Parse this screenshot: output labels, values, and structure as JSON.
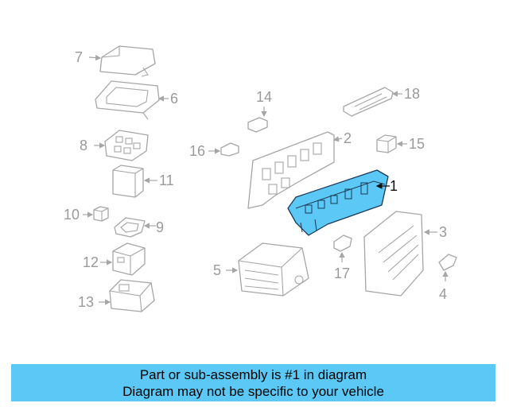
{
  "callouts": {
    "c1": "1",
    "c2": "2",
    "c3": "3",
    "c4": "4",
    "c5": "5",
    "c6": "6",
    "c7": "7",
    "c8": "8",
    "c9": "9",
    "c10": "10",
    "c11": "11",
    "c12": "12",
    "c13": "13",
    "c14": "14",
    "c15": "15",
    "c16": "16",
    "c17": "17",
    "c18": "18"
  },
  "banner": {
    "line1": "Part or sub-assembly is #1 in diagram",
    "line2": "Diagram may not be specific to your vehicle"
  },
  "colors": {
    "highlight": "#5cc8f5",
    "banner": "#5cc8f5",
    "line_art": "#a6a6a6"
  }
}
